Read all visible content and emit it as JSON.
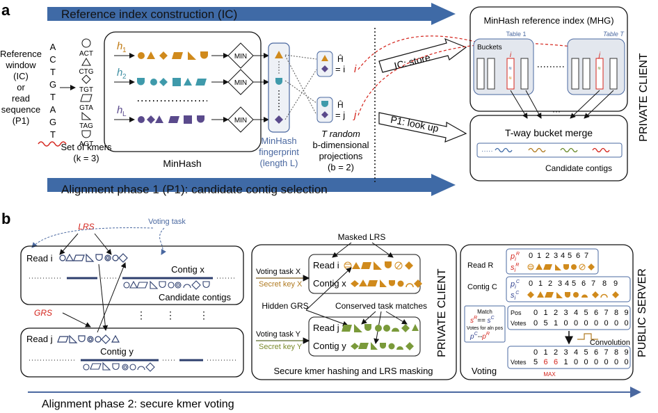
{
  "panel_a": {
    "letter": "a",
    "top_arrow_label": "Reference index construction (IC)",
    "bottom_arrow_label": "Alignment phase 1 (P1): candidate contig selection",
    "ref_window": [
      "Reference",
      "window",
      "(IC)",
      "or",
      "read",
      "sequence",
      "(P1)"
    ],
    "dna_letters": [
      "A",
      "C",
      "T",
      "G",
      "T",
      "A",
      "G",
      "T"
    ],
    "kmers": [
      "ACT",
      "CTG",
      "TGT",
      "GTA",
      "TAG",
      "AGT"
    ],
    "kmer_caption": [
      "Set of kmers",
      "(k = 3)"
    ],
    "hash_labels": [
      "h",
      "h",
      "h"
    ],
    "hash_subs": [
      "1",
      "2",
      "L"
    ],
    "minhash_label": "MinHash",
    "min_label": "MIN",
    "fingerprint_caption": [
      "MinHash",
      "fingerprint",
      "(length L)"
    ],
    "proj_hat": "Ĥ",
    "proj_eq_i": "= i",
    "proj_eq_j": "= j",
    "proj_caption": [
      "T random",
      "b-dimensional",
      "projections",
      "(b = 2)"
    ],
    "ic_store": "IC: store",
    "p1_lookup": "P1: look up",
    "mhg_title": "MinHash reference index (MHG)",
    "table1": "Table 1",
    "tableT": "Table T",
    "buckets": "Buckets",
    "bucket_i": "i",
    "bucket_j": "j",
    "merge_title": "T-way bucket merge",
    "candidate_contigs": "Candidate contigs",
    "private_client": "PRIVATE CLIENT",
    "colors": {
      "arrow_blue": "#3f6aa6",
      "orange": "#d08a1c",
      "teal": "#3f9aab",
      "purple": "#5a4a8c",
      "red": "#d4231b"
    }
  },
  "panel_b": {
    "letter": "b",
    "lrs": "LRS",
    "voting_task": "Voting task",
    "read_i": "Read i",
    "contig_x": "Contig x",
    "candidate_contigs": "Candidate contigs",
    "grs": "GRS",
    "read_j": "Read j",
    "contig_y": "Contig y",
    "masked_lrs": "Masked LRS",
    "voting_task_x": "Voting task X",
    "secret_key_x": "Secret key X",
    "hidden_grs": "Hidden GRS",
    "conserved": "Conserved task matches",
    "voting_task_y": "Voting task Y",
    "secret_key_y": "Secret key Y",
    "secure_caption": "Secure kmer hashing and LRS masking",
    "private_client": "PRIVATE CLIENT",
    "public_server": "PUBLIC SERVER",
    "read_r": "Read R",
    "contig_c": "Contig C",
    "p_r_label": "p",
    "s_r_label": "s",
    "read_positions": [
      "0",
      "1",
      "2",
      "3",
      "4",
      "5",
      "6",
      "7"
    ],
    "contig_positions": [
      "0",
      "1",
      "2",
      "3",
      "4",
      "5",
      "6",
      "7",
      "8",
      "9"
    ],
    "match_title": "Match",
    "match_eq": "== ",
    "votes_for_aln": "Votes for aln pos",
    "minus": "--",
    "pos_label": "Pos",
    "votes_label": "Votes",
    "pos_row": [
      "0",
      "1",
      "2",
      "3",
      "4",
      "5",
      "6",
      "7",
      "8",
      "9"
    ],
    "votes_row": [
      "0",
      "5",
      "1",
      "0",
      "0",
      "0",
      "0",
      "0",
      "0",
      "0"
    ],
    "convolution": "Convolution",
    "conv_positions": [
      "0",
      "1",
      "2",
      "3",
      "4",
      "5",
      "6",
      "7",
      "8",
      "9"
    ],
    "conv_votes": [
      "5",
      "6",
      "6",
      "1",
      "0",
      "0",
      "0",
      "0",
      "0",
      "0"
    ],
    "max_label": "MAX",
    "voting": "Voting",
    "bottom_arrow_label": "Alignment phase 2: secure kmer voting"
  }
}
